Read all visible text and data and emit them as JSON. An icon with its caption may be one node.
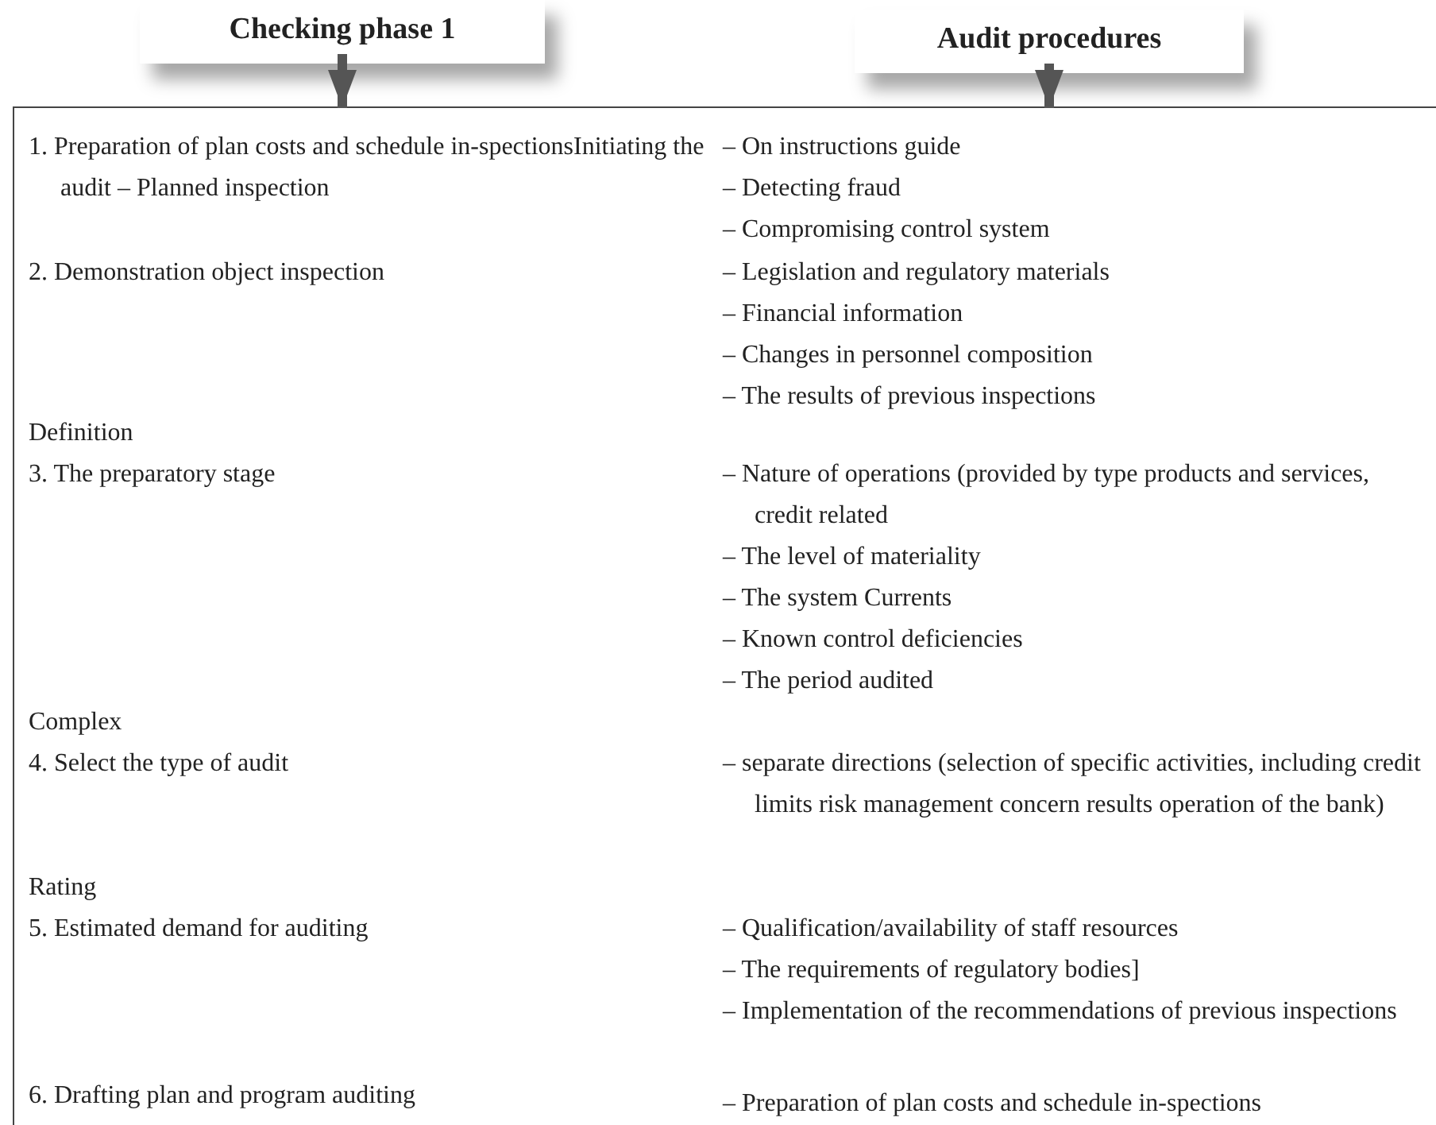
{
  "diagram": {
    "nodes": [
      {
        "text": [
          "Checking phase 1"
        ]
      },
      {
        "text": [
          "Audit procedures"
        ]
      },
      {
        "text": [],
        "shape": "box"
      }
    ],
    "edges": [
      {
        "from": 0,
        "to": 2,
        "arrow": "to"
      },
      {
        "from": 1,
        "to": 2,
        "arrow": "to"
      }
    ],
    "labels": [
      "1. Preparation of plan costs and schedule in-spectionsInitiating the audit – Planned inspection",
      "– On instructions guide",
      "– Detecting fraud",
      "– Compromising control system",
      "2. Demonstration object inspection",
      "– Legislation and regulatory materials",
      "– Financial information",
      "– Changes in personnel composition",
      "– The results of previous inspections",
      "Definition",
      "3. The preparatory stage",
      "– Nature of operations (provided by type products and services, credit related",
      "– The level of materiality",
      "– The system Currents",
      "– Known control deficiencies",
      "– The period audited",
      "Complex",
      "4. Select the type of audit",
      "– separate directions (selection of specific activities, including credit limits risk management concern results operation of the bank)",
      "Rating",
      "5. Estimated demand for auditing",
      "– Qualification/availability of staff resources",
      "– The requirements of regulatory bodies]",
      "– Implementation of the recommendations of previous inspections",
      "6. Drafting plan and program auditing",
      "– Preparation of plan costs and schedule in-spections"
    ]
  }
}
